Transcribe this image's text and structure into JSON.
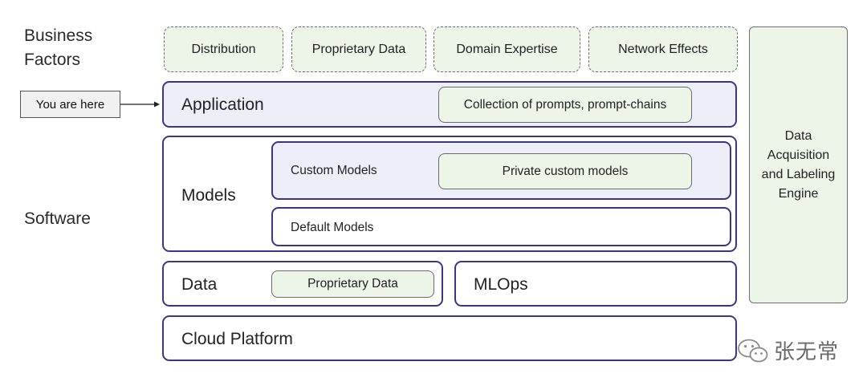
{
  "sidebar": {
    "business_factors_line1": "Business",
    "business_factors_line2": "Factors",
    "software": "Software"
  },
  "business_factors": [
    "Distribution",
    "Proprietary Data",
    "Domain Expertise",
    "Network Effects"
  ],
  "pointer": {
    "label": "You are here"
  },
  "application": {
    "title": "Application",
    "pill": "Collection of prompts, prompt-chains"
  },
  "models": {
    "title": "Models",
    "custom_label": "Custom Models",
    "custom_pill": "Private custom models",
    "default_label": "Default Models"
  },
  "data_layer": {
    "title": "Data",
    "pill": "Proprietary Data"
  },
  "mlops": {
    "title": "MLOps"
  },
  "cloud": {
    "title": "Cloud Platform"
  },
  "engine": {
    "line1": "Data",
    "line2": "Acquisition",
    "line3": "and Labeling",
    "line4": "Engine"
  },
  "watermark": {
    "text": "张无常",
    "icon": "wechat-icon"
  },
  "colors": {
    "layer_border": "#3b3489",
    "green_fill": "#edf5e8",
    "tint_fill": "#eeeef8"
  }
}
